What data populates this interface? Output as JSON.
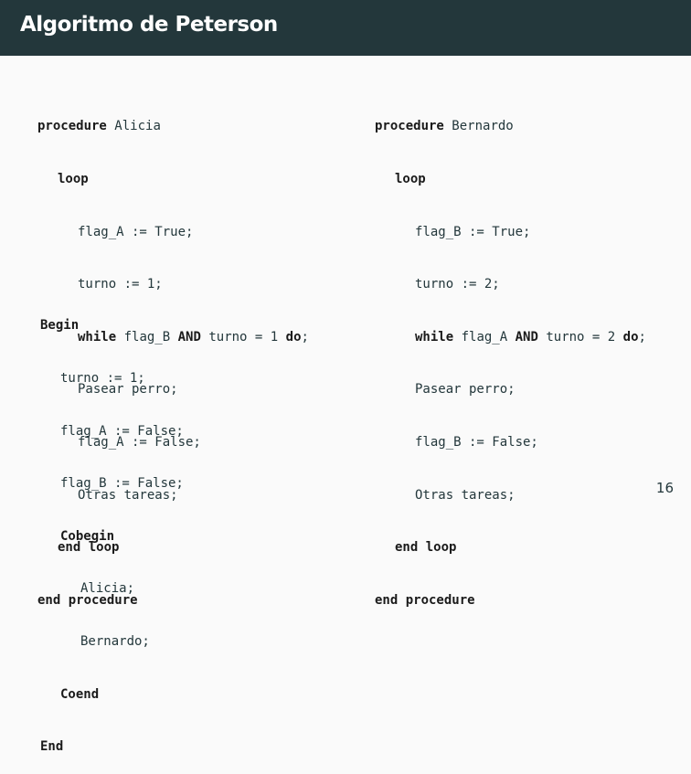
{
  "title": "Algoritmo de Peterson",
  "page_number": "16",
  "alicia": {
    "l1_kw": "procedure",
    "l1_name": "Alicia",
    "l2_kw": "loop",
    "l3": "flag_A := True;",
    "l4": "turno := 1;",
    "l5_kw1": "while",
    "l5_t1": "flag_B",
    "l5_kw2": "AND",
    "l5_t2": "turno = 1",
    "l5_kw3": "do",
    "l5_t3": ";",
    "l6": "Pasear perro;",
    "l7": "flag_A := False;",
    "l8": "Otras tareas;",
    "l9_kw": "end loop",
    "l10_kw": "end procedure"
  },
  "bernardo": {
    "l1_kw": "procedure",
    "l1_name": "Bernardo",
    "l2_kw": "loop",
    "l3": "flag_B := True;",
    "l4": "turno := 2;",
    "l5_kw1": "while",
    "l5_t1": "flag_A",
    "l5_kw2": "AND",
    "l5_t2": "turno = 2",
    "l5_kw3": "do",
    "l5_t3": ";",
    "l6": "Pasear perro;",
    "l7": "flag_B := False;",
    "l8": "Otras tareas;",
    "l9_kw": "end loop",
    "l10_kw": "end procedure"
  },
  "main": {
    "begin_kw": "Begin",
    "l1": "turno := 1;",
    "l2": "flag_A := False;",
    "l3": "flag_B := False;",
    "cobegin_kw": "Cobegin",
    "l4": "Alicia;",
    "l5": "Bernardo;",
    "coend_kw": "Coend",
    "end_kw": "End"
  }
}
